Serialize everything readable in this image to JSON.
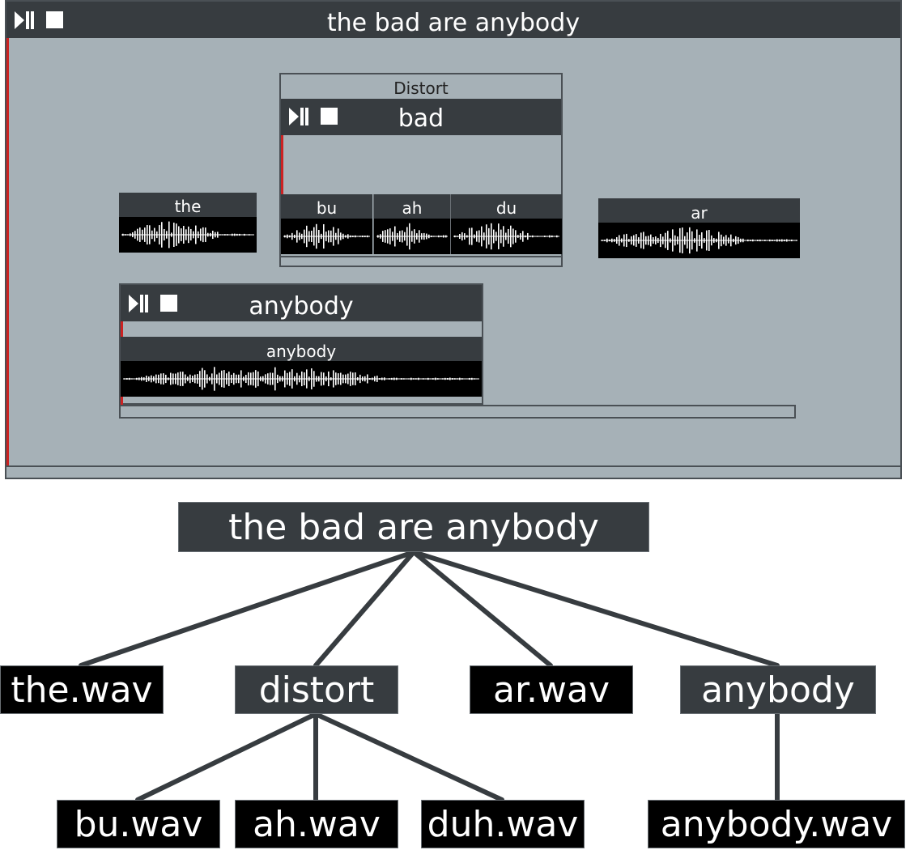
{
  "colors": {
    "workspace_bg": "#a6b1b7",
    "header_bg": "#373c40",
    "playhead": "#cc2222",
    "wave_bg": "#000000",
    "wave_fg": "#ffffff"
  },
  "main_window": {
    "title": "the bad are anybody",
    "icons": [
      "play-pause-icon",
      "stop-icon"
    ]
  },
  "distort_group": {
    "effect_label": "Distort",
    "title": "bad",
    "clips": [
      {
        "label": "bu"
      },
      {
        "label": "ah"
      },
      {
        "label": "du"
      }
    ]
  },
  "clips": {
    "the": {
      "label": "the"
    },
    "ar": {
      "label": "ar"
    }
  },
  "anybody_group": {
    "title": "anybody",
    "clip": {
      "label": "anybody"
    }
  },
  "tree": {
    "root": "the bad are anybody",
    "children": [
      {
        "label": "the.wav",
        "kind": "file"
      },
      {
        "label": "distort",
        "kind": "group",
        "children": [
          {
            "label": "bu.wav",
            "kind": "file"
          },
          {
            "label": "ah.wav",
            "kind": "file"
          },
          {
            "label": "duh.wav",
            "kind": "file"
          }
        ]
      },
      {
        "label": "ar.wav",
        "kind": "file"
      },
      {
        "label": "anybody",
        "kind": "group",
        "children": [
          {
            "label": "anybody.wav",
            "kind": "file"
          }
        ]
      }
    ]
  }
}
